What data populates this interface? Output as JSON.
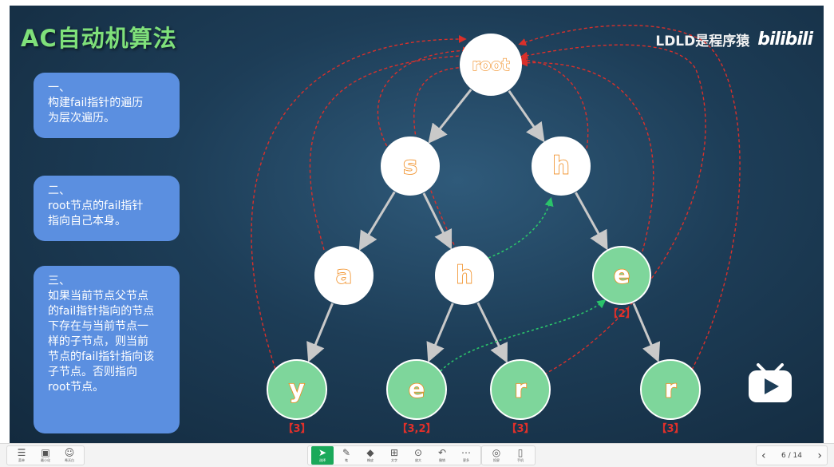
{
  "slide": {
    "title": "AC自动机算法",
    "brand": "LDLD是程序猿",
    "brand_logo": "bilibili",
    "notes": [
      "一、\n构建fail指针的遍历\n为层次遍历。",
      "二、\nroot节点的fail指针\n指向自己本身。",
      "三、\n如果当前节点父节点\n的fail指针指向的节点\n下存在与当前节点一\n样的子节点，则当前\n节点的fail指针指向该\n子节点。否则指向\nroot节点。"
    ]
  },
  "tree": {
    "nodes": [
      {
        "id": "root",
        "label": "root",
        "style": "white"
      },
      {
        "id": "s",
        "label": "s",
        "style": "white"
      },
      {
        "id": "h1",
        "label": "h",
        "style": "white"
      },
      {
        "id": "a",
        "label": "a",
        "style": "white"
      },
      {
        "id": "h2",
        "label": "h",
        "style": "white"
      },
      {
        "id": "e1",
        "label": "e",
        "style": "green",
        "output": "【2】"
      },
      {
        "id": "y",
        "label": "y",
        "style": "green",
        "output": "【3】"
      },
      {
        "id": "e2",
        "label": "e",
        "style": "green",
        "output": "【3,2】"
      },
      {
        "id": "r1",
        "label": "r",
        "style": "green",
        "output": "【3】"
      },
      {
        "id": "r2",
        "label": "r",
        "style": "green",
        "output": "【3】"
      }
    ],
    "colors": {
      "edge": "#c9c9c9",
      "fail_to_root": "#d9302b",
      "fail_other": "#2bc36a",
      "node_fill": "#ffffff",
      "leaf_fill": "#7ed69b",
      "label_orange": "#f08a1c",
      "output_red": "#e0302a"
    }
  },
  "toolbar": {
    "left": [
      {
        "icon": "menu-icon",
        "glyph": "☰",
        "label": "菜单"
      },
      {
        "icon": "minimize-icon",
        "glyph": "▣",
        "label": "最小化"
      },
      {
        "icon": "avatar-icon",
        "glyph": "☺",
        "label": "希沃白"
      }
    ],
    "tools": [
      {
        "icon": "select-icon",
        "glyph": "➤",
        "label": "选择",
        "active": true
      },
      {
        "icon": "pen-icon",
        "glyph": "✎",
        "label": "笔"
      },
      {
        "icon": "eraser-icon",
        "glyph": "◆",
        "label": "橡皮"
      },
      {
        "icon": "text-icon",
        "glyph": "⊞",
        "label": "文字"
      },
      {
        "icon": "zoom-icon",
        "glyph": "⊙",
        "label": "放大"
      },
      {
        "icon": "undo-icon",
        "glyph": "↶",
        "label": "撤销"
      },
      {
        "icon": "more-icon",
        "glyph": "⋯",
        "label": "更多"
      }
    ],
    "right_tools": [
      {
        "icon": "screen-icon",
        "glyph": "◎",
        "label": "投屏"
      },
      {
        "icon": "phone-icon",
        "glyph": "▯",
        "label": "手机"
      }
    ],
    "pager": {
      "prev_label": "上一页",
      "page": "6 / 14",
      "next_label": "下一页",
      "prev": "‹",
      "next": "›"
    }
  }
}
